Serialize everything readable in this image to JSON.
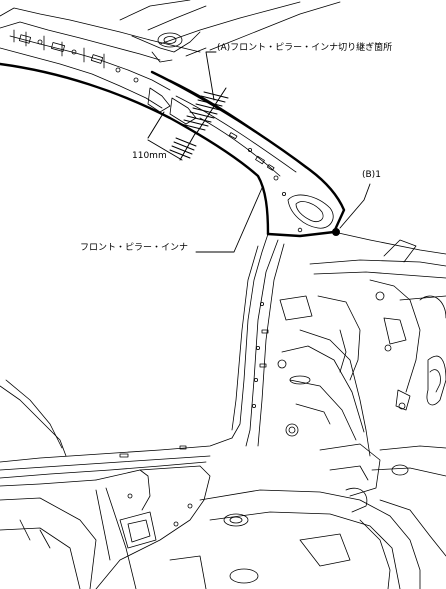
{
  "labels": {
    "cut_point": "(A)フロント・ピラー・インナ切り継ぎ箇所",
    "weld_point": "(B)1",
    "dimension": "110mm",
    "part_name": "フロント・ピラー・インナ"
  }
}
